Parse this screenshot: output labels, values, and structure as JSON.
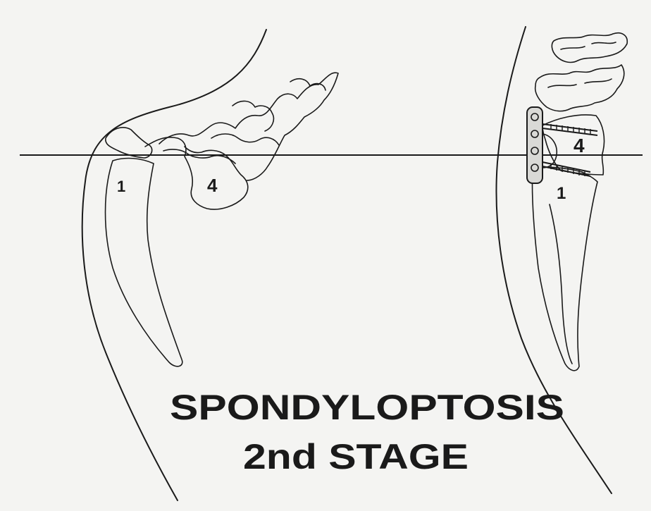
{
  "labels": {
    "left_sacrum": "1",
    "left_vertebra": "4",
    "right_sacrum": "1",
    "right_vertebra": "4"
  },
  "title_line1": "SPONDYLOPTOSIS",
  "title_line2": "2nd STAGE"
}
